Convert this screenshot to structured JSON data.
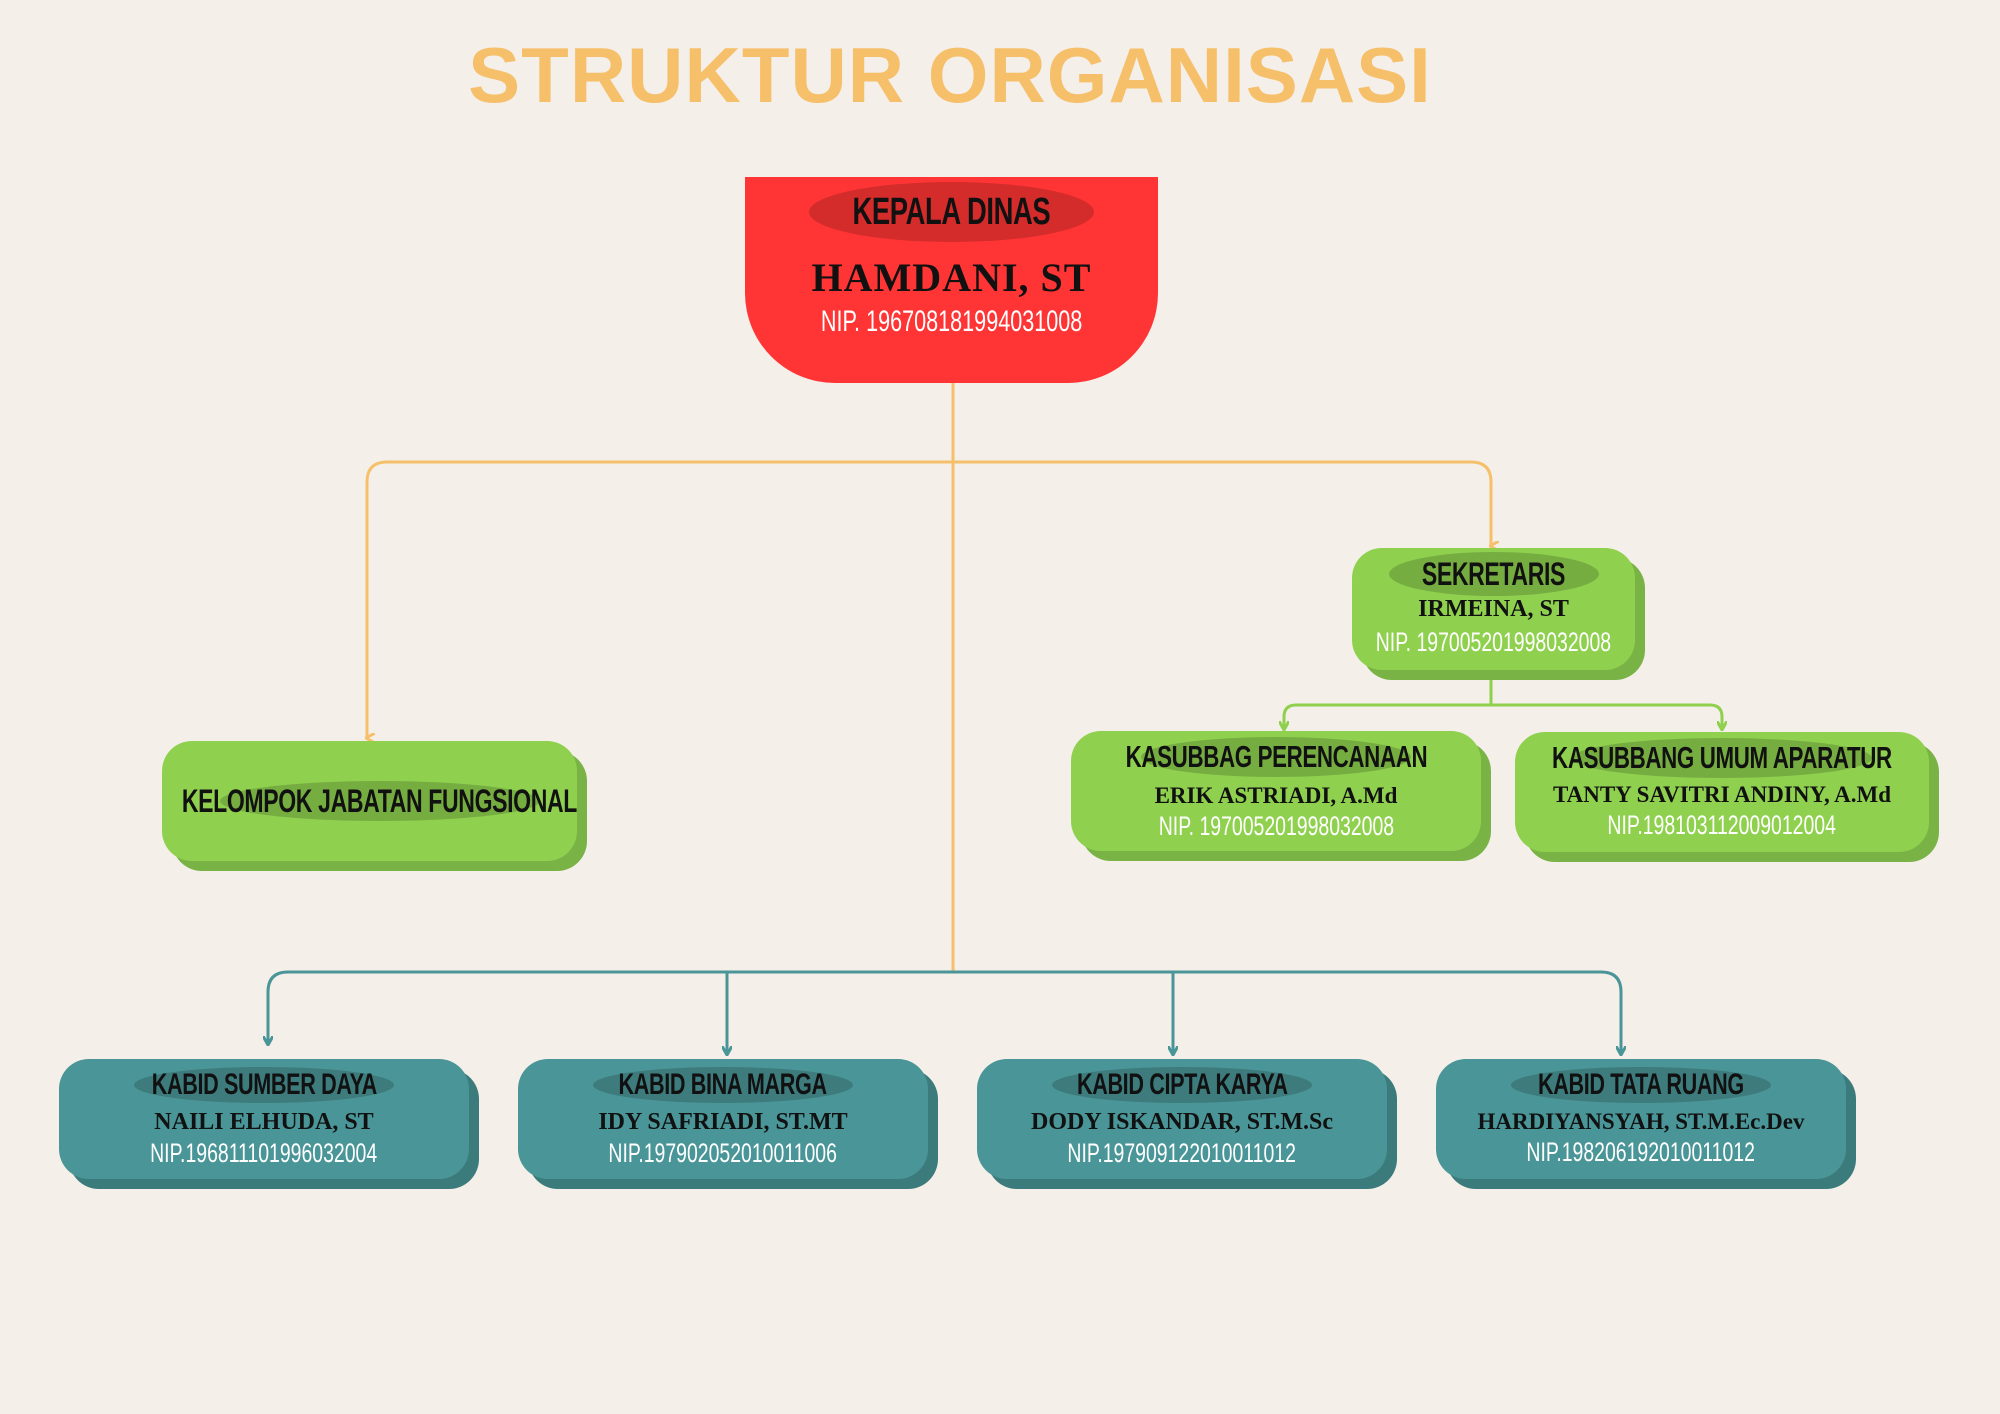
{
  "title": "STRUKTUR ORGANISASI",
  "colors": {
    "title": "#f6c06b",
    "head": "#ff3434",
    "green": "#8fd14f",
    "teal": "#4a9597",
    "line_orange": "#f6c06b",
    "line_green": "#8fd14f",
    "line_teal": "#4a9597"
  },
  "kepala": {
    "position": "KEPALA DINAS",
    "name": "HAMDANI, ST",
    "nip": "NIP. 196708181994031008"
  },
  "sekretaris": {
    "position": "SEKRETARIS",
    "name": "IRMEINA, ST",
    "nip": "NIP. 197005201998032008"
  },
  "fungsional": {
    "position": "KELOMPOK JABATAN FUNGSIONAL"
  },
  "kasubbag": [
    {
      "position": "KASUBBAG  PERENCANAAN",
      "name": "ERIK ASTRIADI, A.Md",
      "nip": "NIP. 197005201998032008"
    },
    {
      "position": "KASUBBANG UMUM APARATUR",
      "name": "TANTY SAVITRI ANDINY, A.Md",
      "nip": "NIP.198103112009012004"
    }
  ],
  "kabid": [
    {
      "position": "KABID SUMBER DAYA",
      "name": "NAILI ELHUDA, ST",
      "nip": "NIP.196811101996032004"
    },
    {
      "position": "KABID BINA MARGA",
      "name": "IDY SAFRIADI, ST.MT",
      "nip": "NIP.197902052010011006"
    },
    {
      "position": "KABID CIPTA KARYA",
      "name": "DODY ISKANDAR, ST.M.Sc",
      "nip": "NIP.197909122010011012"
    },
    {
      "position": "KABID TATA RUANG",
      "name": "HARDIYANSYAH, ST.M.Ec.Dev",
      "nip": "NIP.198206192010011012"
    }
  ]
}
